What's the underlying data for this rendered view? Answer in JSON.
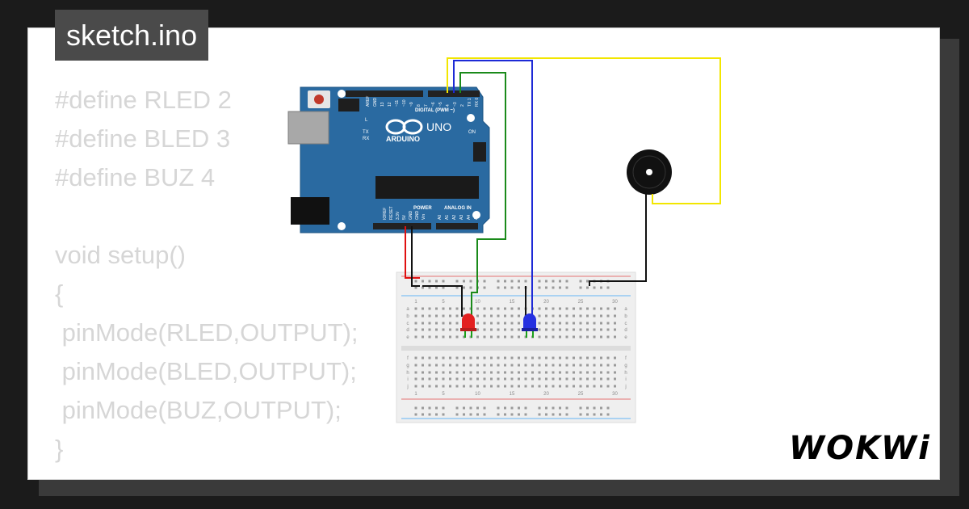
{
  "window": {
    "title": "sketch.ino"
  },
  "code": {
    "lines": [
      "#define RLED 2",
      "#define BLED 3",
      "#define BUZ 4",
      "",
      "void setup()",
      "{",
      " pinMode(RLED,OUTPUT);",
      " pinMode(BLED,OUTPUT);",
      " pinMode(BUZ,OUTPUT);",
      "}"
    ]
  },
  "board": {
    "name": "UNO",
    "brand": "ARDUINO",
    "digital_label": "DIGITAL (PWM ~)",
    "power_label": "POWER",
    "analog_label": "ANALOG IN",
    "on_label": "ON",
    "l_label": "L",
    "tx_label": "TX",
    "rx_label": "RX",
    "digital_pins": [
      "AREF",
      "GND",
      "13",
      "12",
      "~11",
      "~10",
      "~9",
      "8",
      "7",
      "~6",
      "~5",
      "4",
      "~3",
      "2",
      "TX 1",
      "RX 0"
    ],
    "power_pins": [
      "IOREF",
      "RESET",
      "3.3V",
      "5V",
      "GND",
      "GND",
      "Vin"
    ],
    "analog_pins": [
      "A0",
      "A1",
      "A2",
      "A3",
      "A4",
      "A5"
    ]
  },
  "breadboard": {
    "col_labels": [
      "1",
      "5",
      "10",
      "15",
      "20",
      "25",
      "30"
    ],
    "row_labels_top": [
      "a",
      "b",
      "c",
      "d",
      "e"
    ],
    "row_labels_bottom": [
      "f",
      "g",
      "h",
      "i",
      "j"
    ]
  },
  "brand": {
    "logo_text": "WOKWi"
  },
  "colors": {
    "board": "#2a6aa1",
    "wire_yellow": "#f2e600",
    "wire_blue": "#1e2ad6",
    "wire_green": "#1a8a1a",
    "wire_red": "#e01010",
    "wire_black": "#111111",
    "led_red": "#e32020",
    "led_blue": "#2530e0"
  }
}
